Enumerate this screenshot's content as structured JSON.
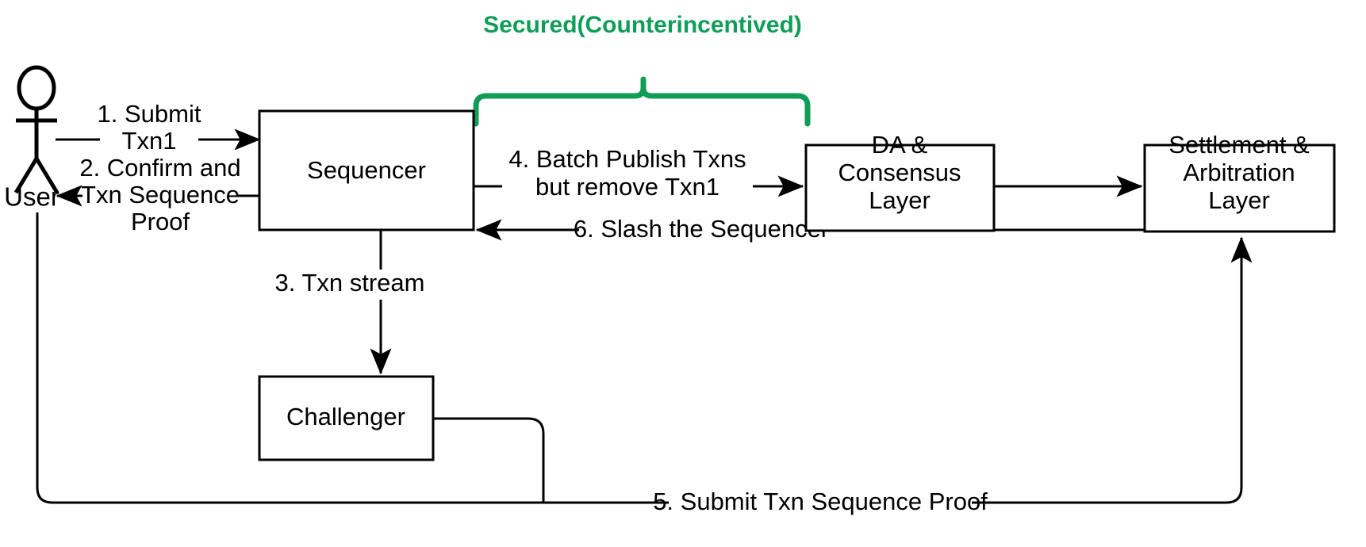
{
  "title": {
    "text": "Secured(Counterincentived)",
    "color": "#0f9d58"
  },
  "colors": {
    "accent_green": "#0f9d58",
    "stroke_black": "#000000",
    "background": "#ffffff"
  },
  "actors": {
    "user": {
      "label": "User"
    }
  },
  "nodes": [
    {
      "id": "sequencer",
      "label": "Sequencer"
    },
    {
      "id": "da_consensus",
      "label_line1": "DA &",
      "label_line2": "Consensus",
      "label_line3": "Layer"
    },
    {
      "id": "settlement",
      "label_line1": "Settlement &",
      "label_line2": "Arbitration",
      "label_line3": "Layer"
    },
    {
      "id": "challenger",
      "label": "Challenger"
    }
  ],
  "edges": [
    {
      "id": "e1",
      "from": "user",
      "to": "sequencer",
      "label_line1": "1. Submit",
      "label_line2": "Txn1"
    },
    {
      "id": "e2",
      "from": "sequencer",
      "to": "user",
      "label_line1": "2. Confirm and",
      "label_line2": "Txn Sequence",
      "label_line3": "Proof"
    },
    {
      "id": "e3",
      "from": "sequencer",
      "to": "challenger",
      "label": "3. Txn stream"
    },
    {
      "id": "e4",
      "from": "sequencer",
      "to": "da_consensus",
      "label_line1": "4. Batch Publish Txns",
      "label_line2": "but remove Txn1"
    },
    {
      "id": "e5",
      "from": "challenger_and_user",
      "to": "settlement",
      "label": "5. Submit Txn Sequence Proof"
    },
    {
      "id": "e6",
      "from": "settlement",
      "to": "sequencer",
      "label": "6. Slash the Sequencer"
    },
    {
      "id": "e7",
      "from": "da_consensus",
      "to": "settlement",
      "label": ""
    }
  ]
}
